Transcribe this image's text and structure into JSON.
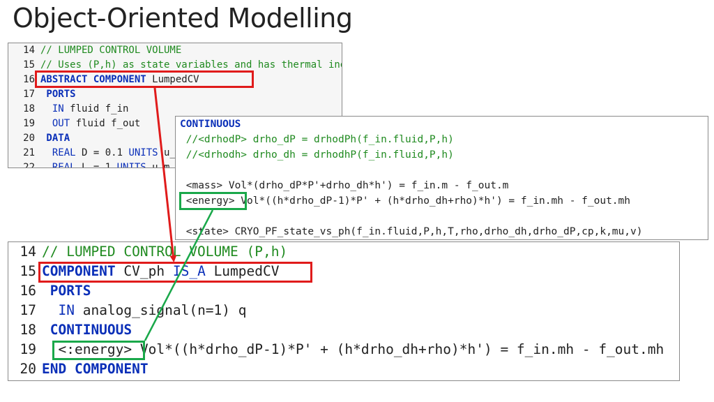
{
  "slide": {
    "title": "Object-Oriented Modelling"
  },
  "panels": {
    "top_left": {
      "lines": [
        {
          "n": "14",
          "parts": [
            {
              "t": "// LUMPED CONTROL VOLUME",
              "c": "cmt"
            }
          ]
        },
        {
          "n": "15",
          "parts": [
            {
              "t": "// Uses (P,h) as state variables and has thermal inertia",
              "c": "cmt"
            }
          ]
        },
        {
          "n": "16",
          "parts": [
            {
              "t": "ABSTRACT COMPONENT",
              "c": "kw"
            },
            {
              "t": " LumpedCV",
              "c": "tx"
            }
          ]
        },
        {
          "n": "17",
          "parts": [
            {
              "t": " PORTS",
              "c": "kw"
            }
          ]
        },
        {
          "n": "18",
          "parts": [
            {
              "t": "  IN",
              "c": "ty"
            },
            {
              "t": " fluid f_in",
              "c": "tx"
            }
          ]
        },
        {
          "n": "19",
          "parts": [
            {
              "t": "  OUT",
              "c": "ty"
            },
            {
              "t": " fluid f_out",
              "c": "tx"
            }
          ]
        },
        {
          "n": "20",
          "parts": [
            {
              "t": " DATA",
              "c": "kw"
            }
          ]
        },
        {
          "n": "21",
          "parts": [
            {
              "t": "  REAL",
              "c": "ty"
            },
            {
              "t": " D = 0.1 ",
              "c": "tx"
            },
            {
              "t": "UNITS",
              "c": "ty"
            },
            {
              "t": " u_m",
              "c": "tx"
            }
          ]
        },
        {
          "n": "22",
          "parts": [
            {
              "t": "  REAL",
              "c": "ty"
            },
            {
              "t": " L = 1 ",
              "c": "tx"
            },
            {
              "t": "UNITS",
              "c": "ty"
            },
            {
              "t": " u_m",
              "c": "tx"
            }
          ]
        }
      ]
    },
    "continuous": {
      "lines": [
        {
          "parts": [
            {
              "t": "CONTINUOUS",
              "c": "kw"
            }
          ]
        },
        {
          "parts": [
            {
              "t": " //<drhodP> drho_dP = drhodPh(f_in.fluid,P,h)",
              "c": "cmt"
            }
          ]
        },
        {
          "parts": [
            {
              "t": " //<drhodh> drho_dh = drhodhP(f_in.fluid,P,h)",
              "c": "cmt"
            }
          ]
        },
        {
          "parts": [
            {
              "t": " ",
              "c": "tx"
            }
          ]
        },
        {
          "parts": [
            {
              "t": " <mass> Vol*(drho_dP*P'+drho_dh*h') = f_in.m - f_out.m",
              "c": "tx"
            }
          ]
        },
        {
          "parts": [
            {
              "t": " <energy> Vol*((h*drho_dP-1)*P' + (h*drho_dh+rho)*h') = f_in.mh - f_out.mh",
              "c": "tx"
            }
          ]
        },
        {
          "parts": [
            {
              "t": " ",
              "c": "tx"
            }
          ]
        },
        {
          "parts": [
            {
              "t": " <state> CRYO_PF_state_vs_ph(f_in.fluid,P,h,T,rho,drho_dh,drho_dP,cp,k,mu,v)",
              "c": "tx"
            }
          ]
        }
      ]
    },
    "bottom": {
      "lines": [
        {
          "n": "14",
          "parts": [
            {
              "t": "// LUMPED CONTROL VOLUME (P,h)",
              "c": "cmt"
            }
          ]
        },
        {
          "n": "15",
          "parts": [
            {
              "t": "COMPONENT",
              "c": "kw"
            },
            {
              "t": " CV_ph ",
              "c": "tx"
            },
            {
              "t": "IS_A",
              "c": "ty"
            },
            {
              "t": " LumpedCV",
              "c": "tx"
            }
          ]
        },
        {
          "n": "16",
          "parts": [
            {
              "t": " PORTS",
              "c": "kw"
            }
          ]
        },
        {
          "n": "17",
          "parts": [
            {
              "t": "  IN",
              "c": "ty"
            },
            {
              "t": " analog_signal(n=1) q",
              "c": "tx"
            }
          ]
        },
        {
          "n": "18",
          "parts": [
            {
              "t": " CONTINUOUS",
              "c": "kw"
            }
          ]
        },
        {
          "n": "19",
          "parts": [
            {
              "t": "  <:energy> Vol*((h*drho_dP-1)*P' + (h*drho_dh+rho)*h') = f_in.mh - f_out.mh",
              "c": "tx"
            }
          ]
        },
        {
          "n": "20",
          "parts": [
            {
              "t": "END COMPONENT",
              "c": "kw"
            }
          ]
        }
      ]
    }
  },
  "colors": {
    "comment": "#1f8a1f",
    "keyword": "#0a2fb8",
    "highlight_red": "#e01b1b",
    "highlight_green": "#1aa84a"
  }
}
